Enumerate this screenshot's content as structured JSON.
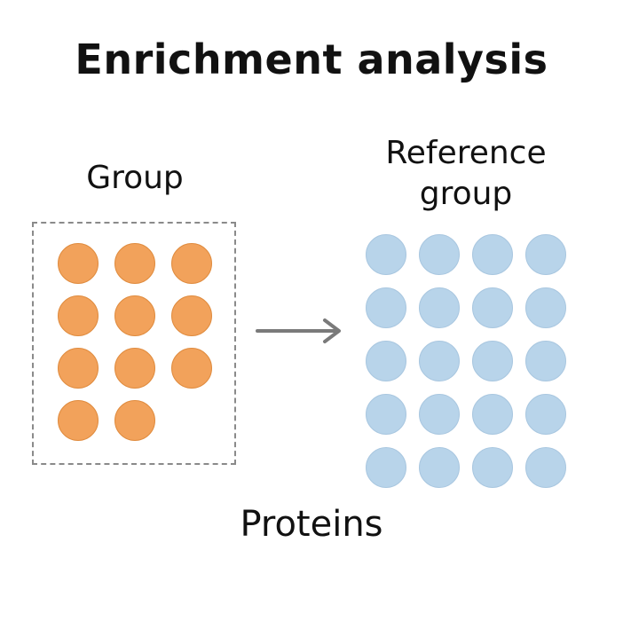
{
  "title": "Enrichment analysis",
  "group": {
    "label": "Group",
    "count": 11,
    "color": "#f2a25b"
  },
  "reference": {
    "label_line1": "Reference",
    "label_line2": "group",
    "count": 20,
    "color": "#b8d4ea"
  },
  "arrow_icon": "right-arrow-icon",
  "footer": "Proteins"
}
